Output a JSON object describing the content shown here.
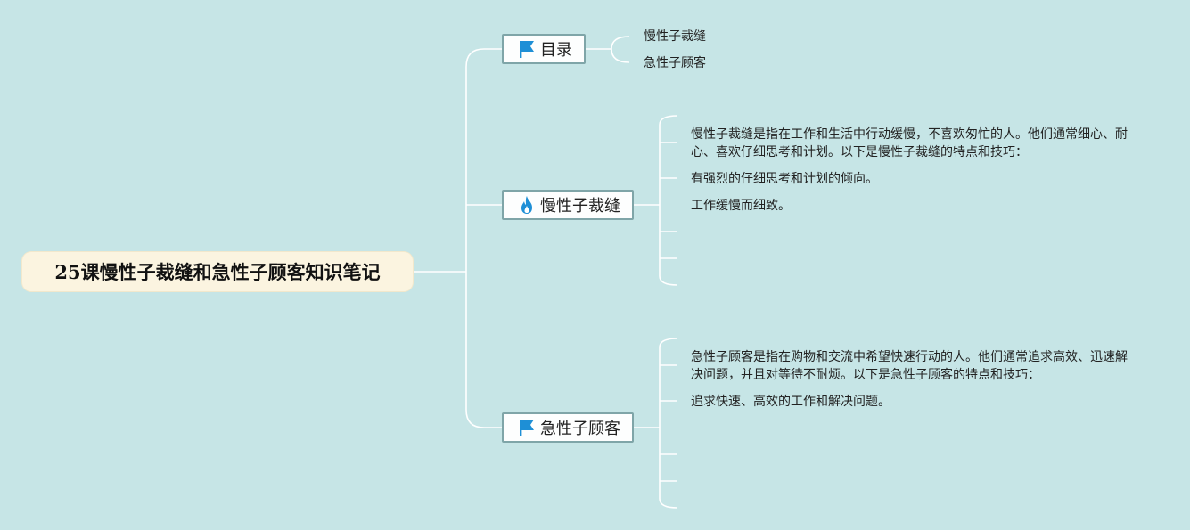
{
  "root": {
    "title": "25课慢性子裁缝和急性子顾客知识笔记"
  },
  "branches": {
    "toc": {
      "label": "目录",
      "icon": "flag-icon",
      "items": [
        "慢性子裁缝",
        "急性子顾客"
      ]
    },
    "tailor": {
      "label": "慢性子裁缝",
      "icon": "fire-icon",
      "notes": [
        "慢性子裁缝是指在工作和生活中行动缓慢，不喜欢匆忙的人。他们通常细心、耐心、喜欢仔细思考和计划。以下是慢性子裁缝的特点和技巧：",
        "有强烈的仔细思考和计划的倾向。",
        "工作缓慢而细致。"
      ]
    },
    "customer": {
      "label": "急性子顾客",
      "icon": "flag-icon",
      "notes": [
        "急性子顾客是指在购物和交流中希望快速行动的人。他们通常追求高效、迅速解决问题，并且对等待不耐烦。以下是急性子顾客的特点和技巧：",
        "追求快速、高效的工作和解决问题。"
      ]
    }
  },
  "colors": {
    "background": "#c6e5e6",
    "root_fill": "#fbf4e0",
    "branch_border": "#7fa5a8",
    "connector": "#ffffff",
    "flag": "#1e8fd6",
    "fire": "#1e8fd6"
  }
}
